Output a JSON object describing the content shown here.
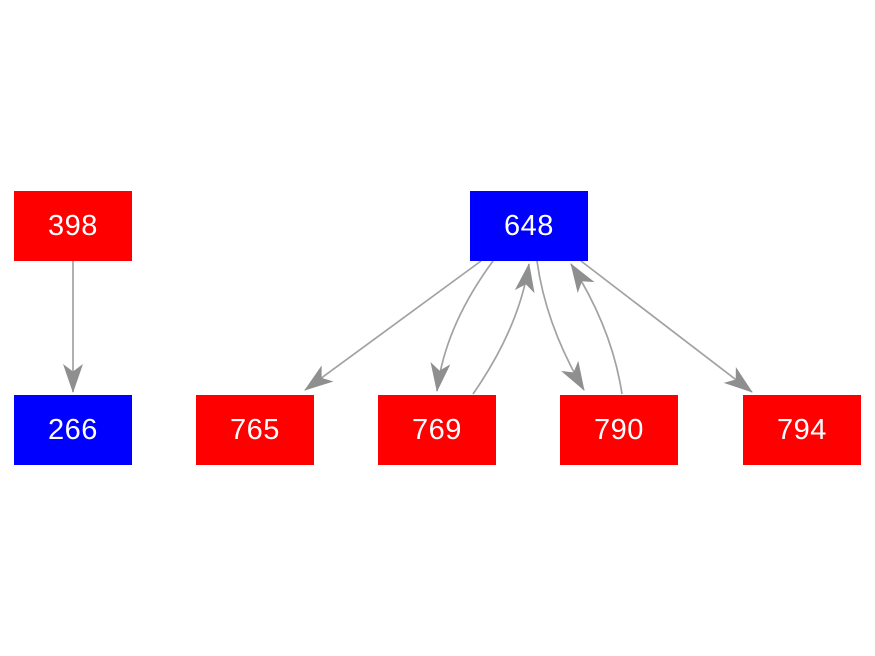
{
  "diagram": {
    "type": "directed-graph",
    "background_color": "#ffffff",
    "colors": {
      "red_node": "#ff0000",
      "blue_node": "#0000ff",
      "node_label_text": "#ffffff",
      "edge_line": "#a2a2a2",
      "arrowhead": "#8f8f8f"
    },
    "nodes": [
      {
        "id": "398",
        "label": "398",
        "color": "red"
      },
      {
        "id": "648",
        "label": "648",
        "color": "blue"
      },
      {
        "id": "266",
        "label": "266",
        "color": "blue"
      },
      {
        "id": "765",
        "label": "765",
        "color": "red"
      },
      {
        "id": "769",
        "label": "769",
        "color": "red"
      },
      {
        "id": "790",
        "label": "790",
        "color": "red"
      },
      {
        "id": "794",
        "label": "794",
        "color": "red"
      }
    ],
    "edges": [
      {
        "from": "398",
        "to": "266",
        "shape": "straight"
      },
      {
        "from": "648",
        "to": "765",
        "shape": "straight"
      },
      {
        "from": "648",
        "to": "769",
        "shape": "curved"
      },
      {
        "from": "769",
        "to": "648",
        "shape": "curved"
      },
      {
        "from": "648",
        "to": "790",
        "shape": "curved"
      },
      {
        "from": "790",
        "to": "648",
        "shape": "curved"
      },
      {
        "from": "648",
        "to": "794",
        "shape": "straight"
      }
    ]
  }
}
